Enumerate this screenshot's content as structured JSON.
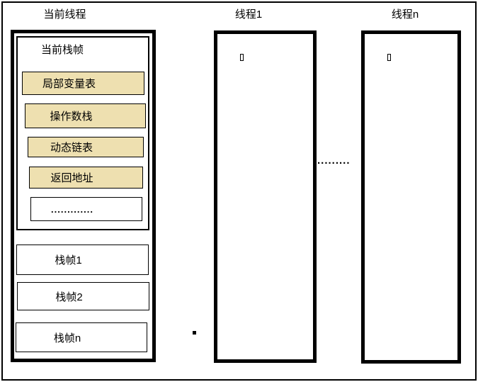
{
  "colors": {
    "highlight_fill": "#eee0b0",
    "line": "#000000",
    "background": "#ffffff"
  },
  "columns": {
    "current_thread": {
      "title": "当前线程",
      "current_frame": {
        "title": "当前栈帧",
        "slots": [
          {
            "label": "局部变量表",
            "highlighted": true
          },
          {
            "label": "操作数栈",
            "highlighted": true
          },
          {
            "label": "动态链表",
            "highlighted": true
          },
          {
            "label": "返回地址",
            "highlighted": true
          },
          {
            "label": ".............",
            "highlighted": false
          }
        ]
      },
      "frames": [
        {
          "label": "栈帧1"
        },
        {
          "label": "栈帧2"
        },
        {
          "label": "栈帧n"
        }
      ]
    },
    "thread_1": {
      "title": "线程1",
      "marker_icon": "tofu-box"
    },
    "thread_n": {
      "title": "线程n",
      "marker_icon": "tofu-box"
    }
  },
  "between_threads_ellipsis": ".........",
  "stray_mark": "square-dot"
}
